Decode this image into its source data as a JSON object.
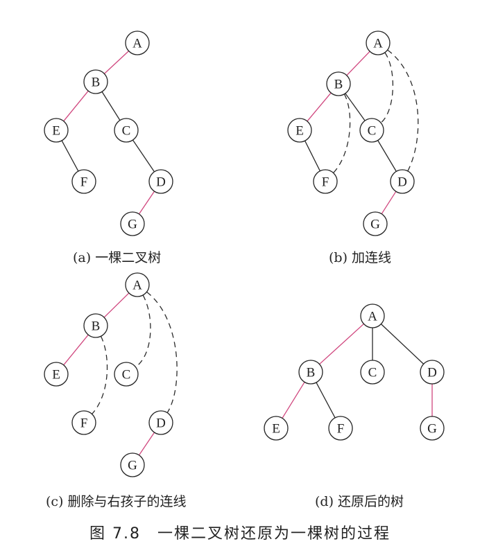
{
  "captions": {
    "a": "(a) 一棵二叉树",
    "b": "(b) 加连线",
    "c": "(c) 删除与右孩子的连线",
    "d": "(d) 还原后的树"
  },
  "figure_title": "图 7.8　一棵二叉树还原为一棵树的过程",
  "colors": {
    "pink_edge": "#d0467e",
    "black_edge": "#2a2a2a"
  },
  "panels": [
    {
      "id": "a",
      "nodes": [
        "A",
        "B",
        "E",
        "C",
        "F",
        "D",
        "G"
      ],
      "edges": [
        {
          "from": "A",
          "to": "B",
          "style": "pink"
        },
        {
          "from": "B",
          "to": "E",
          "style": "pink"
        },
        {
          "from": "B",
          "to": "C",
          "style": "black"
        },
        {
          "from": "E",
          "to": "F",
          "style": "black"
        },
        {
          "from": "C",
          "to": "D",
          "style": "black"
        },
        {
          "from": "D",
          "to": "G",
          "style": "pink"
        }
      ]
    },
    {
      "id": "b",
      "nodes": [
        "A",
        "B",
        "E",
        "C",
        "F",
        "D",
        "G"
      ],
      "edges": [
        {
          "from": "A",
          "to": "B",
          "style": "pink"
        },
        {
          "from": "B",
          "to": "E",
          "style": "pink"
        },
        {
          "from": "B",
          "to": "C",
          "style": "black"
        },
        {
          "from": "E",
          "to": "F",
          "style": "black"
        },
        {
          "from": "C",
          "to": "D",
          "style": "black"
        },
        {
          "from": "D",
          "to": "G",
          "style": "pink"
        },
        {
          "from": "A",
          "to": "C",
          "style": "dashed"
        },
        {
          "from": "A",
          "to": "D",
          "style": "dashed"
        },
        {
          "from": "B",
          "to": "F",
          "style": "dashed"
        }
      ]
    },
    {
      "id": "c",
      "nodes": [
        "A",
        "B",
        "E",
        "C",
        "F",
        "D",
        "G"
      ],
      "edges": [
        {
          "from": "A",
          "to": "B",
          "style": "pink"
        },
        {
          "from": "B",
          "to": "E",
          "style": "pink"
        },
        {
          "from": "D",
          "to": "G",
          "style": "pink"
        },
        {
          "from": "A",
          "to": "C",
          "style": "dashed"
        },
        {
          "from": "A",
          "to": "D",
          "style": "dashed"
        },
        {
          "from": "B",
          "to": "F",
          "style": "dashed"
        }
      ]
    },
    {
      "id": "d",
      "nodes": [
        "A",
        "B",
        "C",
        "D",
        "E",
        "F",
        "G"
      ],
      "edges": [
        {
          "from": "A",
          "to": "B",
          "style": "pink"
        },
        {
          "from": "A",
          "to": "C",
          "style": "black"
        },
        {
          "from": "A",
          "to": "D",
          "style": "black"
        },
        {
          "from": "B",
          "to": "E",
          "style": "pink"
        },
        {
          "from": "B",
          "to": "F",
          "style": "black"
        },
        {
          "from": "D",
          "to": "G",
          "style": "pink"
        }
      ]
    }
  ]
}
